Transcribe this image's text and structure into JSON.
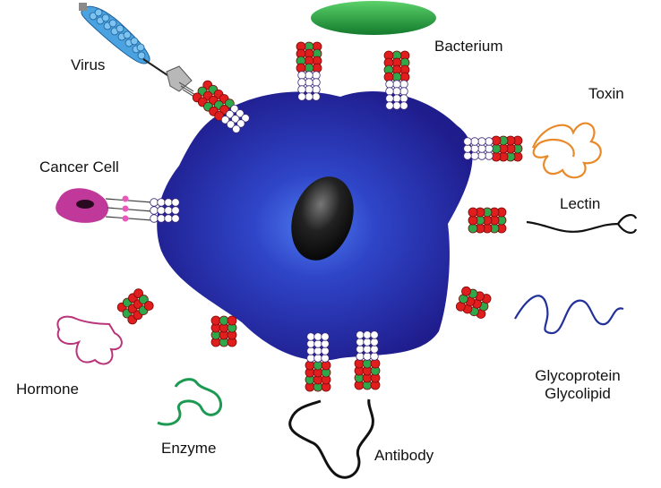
{
  "labels": {
    "virus": "Virus",
    "bacterium": "Bacterium",
    "toxin": "Toxin",
    "cancer_cell": "Cancer Cell",
    "lectin": "Lectin",
    "hormone": "Hormone",
    "glycoprotein": "Glycoprotein",
    "glycolipid": "Glycolipid",
    "enzyme": "Enzyme",
    "antibody": "Antibody"
  },
  "colors": {
    "cell_dark": "#1f1c8c",
    "cell_light": "#3a62e6",
    "nucleus": "#111111",
    "bacterium": "#1f9a3a",
    "virus": "#4aa3e0",
    "cancer_cell": "#c0389a",
    "toxin": "#e88a2a",
    "hormone": "#b8357a",
    "enzyme": "#1d9a52",
    "glycoprotein": "#22309a",
    "antibody": "#111111",
    "receptor_red": "#e01e1e",
    "receptor_green": "#2ea84a"
  }
}
